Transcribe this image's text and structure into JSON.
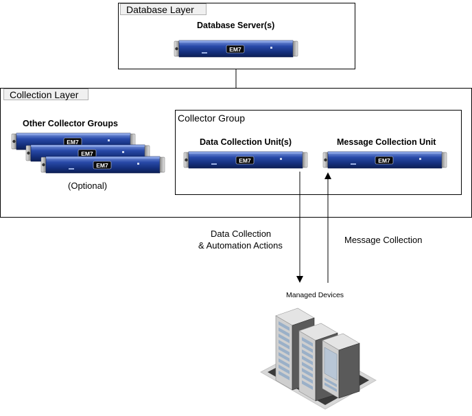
{
  "database_layer": {
    "tab_label": "Database Layer",
    "server_label": "Database Server(s)"
  },
  "collection_layer": {
    "tab_label": "Collection Layer",
    "other_groups_label": "Other Collector Groups",
    "optional_label": "(Optional)",
    "collector_group": {
      "label": "Collector Group",
      "dcu_label": "Data Collection Unit(s)",
      "mcu_label": "Message Collection Unit"
    }
  },
  "flows": {
    "data_collection_line1": "Data Collection",
    "data_collection_line2": "& Automation Actions",
    "message_collection": "Message Collection"
  },
  "devices": {
    "label": "Managed Devices"
  },
  "appliance": {
    "logo_text": "EM7",
    "body_color": "#1e3f9a",
    "logo_color": "#ffffff"
  }
}
